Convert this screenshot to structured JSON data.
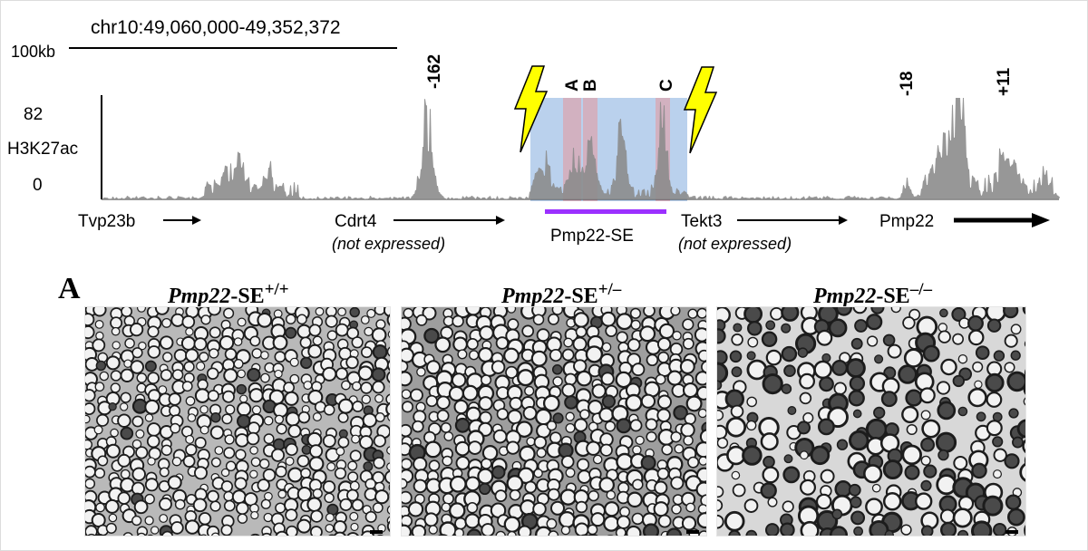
{
  "coordinates": "chr10:49,060,000-49,352,372",
  "scale_bar": "100kb",
  "track": {
    "name": "H3K27ac",
    "ymax": "82",
    "ymin": "0"
  },
  "peaks": [
    "-162",
    "A",
    "B",
    "C",
    "-18",
    "+11"
  ],
  "genes": [
    {
      "name": "Tvp23b",
      "note": ""
    },
    {
      "name": "Cdrt4",
      "note": "(not expressed)"
    },
    {
      "name": "Tekt3",
      "note": "(not expressed)"
    },
    {
      "name": "Pmp22",
      "note": ""
    }
  ],
  "enhancer": {
    "label": "Pmp22-SE",
    "color": "#9b30ff"
  },
  "colors": {
    "signal": "#8c8c8c",
    "region_box": "#a9c6e8",
    "sub_region": "#d9a6b0",
    "lightning": "#ffff00"
  },
  "panel": {
    "letter": "A",
    "images": [
      {
        "title_gene": "Pmp22",
        "title_suffix": "-SE",
        "genotype": "+/+"
      },
      {
        "title_gene": "Pmp22",
        "title_suffix": "-SE",
        "genotype": "+/–"
      },
      {
        "title_gene": "Pmp22",
        "title_suffix": "-SE",
        "genotype": "–/–"
      }
    ]
  }
}
